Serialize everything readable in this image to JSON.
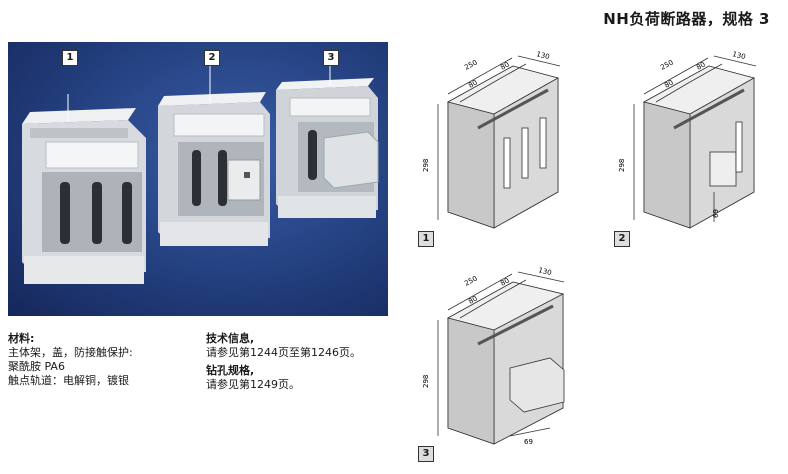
{
  "title": "NH负荷断路器，规格 3",
  "photo_labels": [
    "1",
    "2",
    "3"
  ],
  "drawing_labels": [
    "1",
    "2",
    "3"
  ],
  "dims": {
    "w250": "250",
    "w80a": "80",
    "w80b": "80",
    "d130": "130",
    "h298": "298",
    "d69": "69"
  },
  "material": {
    "heading": "材料:",
    "lines": [
      "主体架，盖，防接触保护:",
      "聚酰胺 PA6",
      "触点轨道：电解铜，镀银"
    ]
  },
  "tech": {
    "heading": "技术信息,",
    "line": "请参见第1244页至第1246页。"
  },
  "drilling": {
    "heading": "钻孔规格,",
    "line": "请参见第1249页。"
  }
}
